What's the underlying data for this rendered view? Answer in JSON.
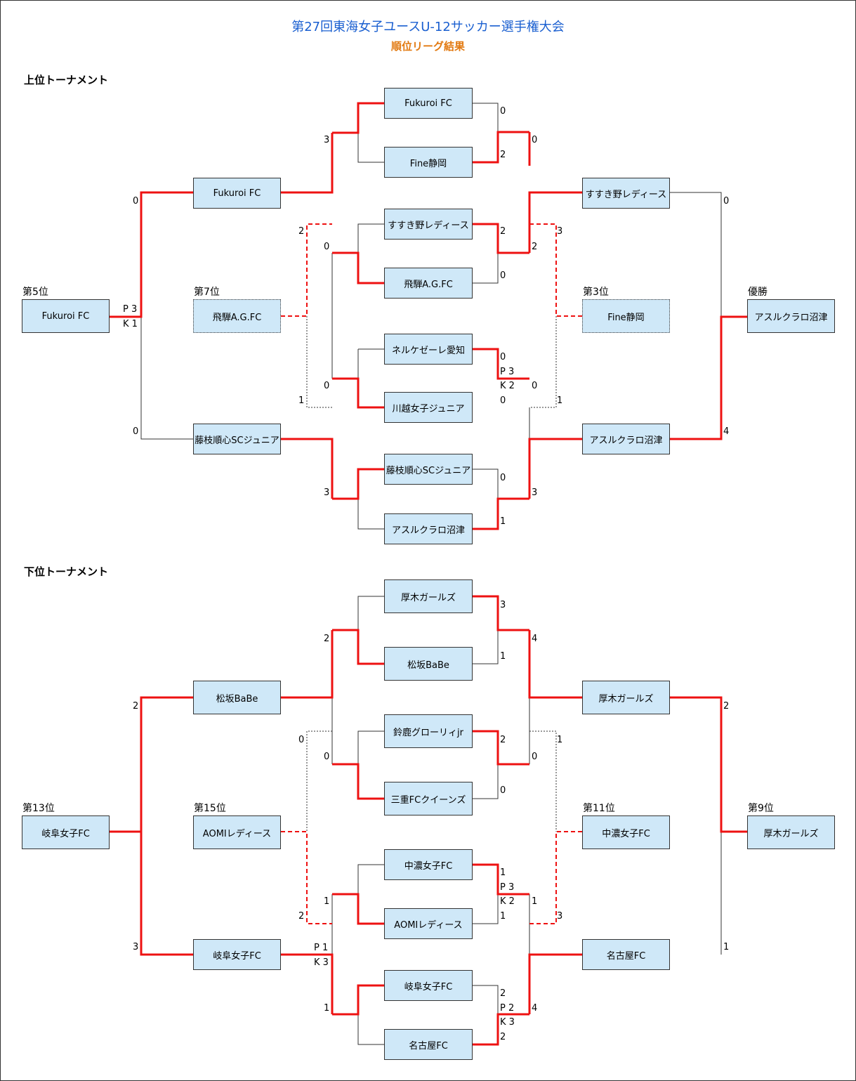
{
  "title": "第27回東海女子ユースU-12サッカー選手権大会",
  "subtitle": "順位リーグ結果",
  "upper": {
    "label": "上位トーナメント",
    "teams": {
      "L1": "Fukuroi FC",
      "L2": "Fine静岡",
      "L3": "すすき野レディース",
      "L4": "飛騨A.G.FC",
      "L5": "ネルケゼーレ愛知",
      "L6": "川越女子ジュニア",
      "L7": "藤枝順心SCジュニア",
      "L8": "アスルクラロ沼津",
      "QL1": "Fukuroi FC",
      "QL2": "藤枝順心SCジュニア",
      "QR1": "すすき野レディース",
      "QR2": "アスルクラロ沼津",
      "P5": "Fukuroi FC",
      "P7": "飛騨A.G.FC",
      "P3": "Fine静岡",
      "P1": "アスルクラロ沼津"
    },
    "ranks": {
      "P5": "第5位",
      "P7": "第7位",
      "P3": "第3位",
      "P1": "優勝"
    },
    "scores": {
      "m1a": "0",
      "m1b": "2",
      "m2a": "2",
      "m2b": "0",
      "m3a": "0",
      "m3pk": "P 3",
      "m3kk": "K 2",
      "m3b": "0",
      "m4a": "0",
      "m4b": "1",
      "s1a": "3",
      "s1b": "0",
      "s2a": "0",
      "s2b": "3",
      "s3a": "0",
      "s3b": "2",
      "s4a": "0",
      "s4b": "3",
      "c5a": "2",
      "c5b": "1",
      "c3a": "3",
      "c3b": "1",
      "f5a": "0",
      "f5pk": "P 3",
      "f5kk": "K 1",
      "f5b": "0",
      "f1a": "0",
      "f1b": "4"
    }
  },
  "lower": {
    "label": "下位トーナメント",
    "teams": {
      "L1": "厚木ガールズ",
      "L2": "松坂BaBe",
      "L3": "鈴鹿グローリィjr",
      "L4": "三重FCクイーンズ",
      "L5": "中濃女子FC",
      "L6": "AOMIレディース",
      "L7": "岐阜女子FC",
      "L8": "名古屋FC",
      "QL1": "松坂BaBe",
      "QL2": "岐阜女子FC",
      "QR1": "厚木ガールズ",
      "QR2": "名古屋FC",
      "P13": "岐阜女子FC",
      "P15": "AOMIレディース",
      "P11": "中濃女子FC",
      "P9": "厚木ガールズ"
    },
    "ranks": {
      "P13": "第13位",
      "P15": "第15位",
      "P11": "第11位",
      "P9": "第9位"
    },
    "scores": {
      "m1a": "3",
      "m1b": "1",
      "m2a": "2",
      "m2b": "0",
      "m3a": "1",
      "m3pk": "P 3",
      "m3kk": "K 2",
      "m3b": "1",
      "m4a": "2",
      "m4pk": "P 2",
      "m4kk": "K 3",
      "m4b": "2",
      "s1a": "2",
      "s1b": "0",
      "s2a": "1",
      "s2pk": "P 1",
      "s2kk": "K 3",
      "s2b": "1",
      "s3a": "4",
      "s3b": "0",
      "s4a": "1",
      "s4b": "4",
      "c15a": "0",
      "c15b": "2",
      "c11a": "1",
      "c11b": "3",
      "f13a": "2",
      "f13b": "3",
      "f9a": "2",
      "f9b": "1"
    }
  },
  "colors": {
    "win_line": "#ee1111",
    "line": "#333333",
    "box_fill": "#cfe8f8",
    "title": "#1a5fd0",
    "subtitle": "#e27a12"
  }
}
